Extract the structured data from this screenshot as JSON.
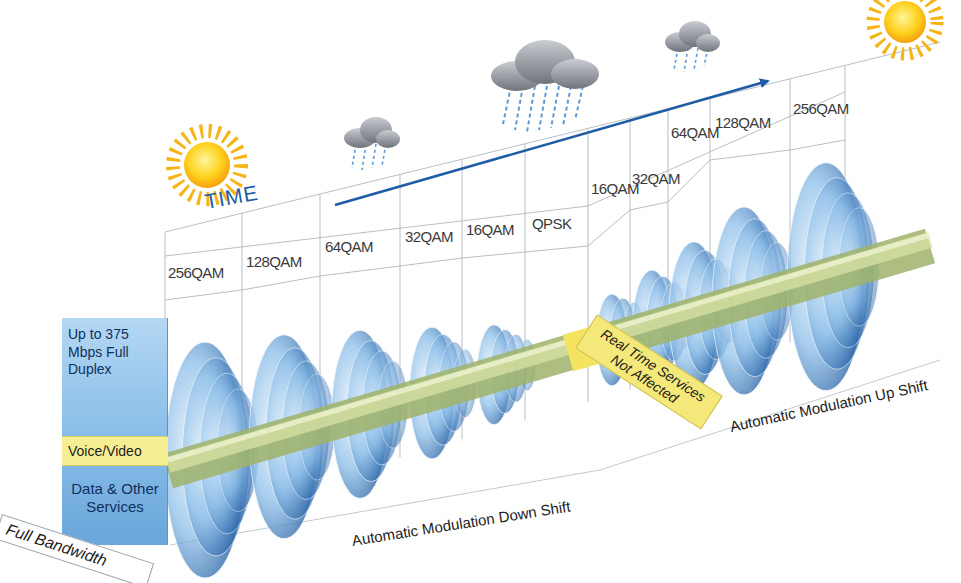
{
  "diagram": {
    "nodes": [
      {
        "text": [
          "Up to 375 Mbps Full Duplex"
        ]
      },
      {
        "text": [
          "Voice/Video"
        ],
        "in": 0
      },
      {
        "text": [
          "Data & Other Services"
        ],
        "in": 0
      },
      {
        "text": [
          "Full Bandwidth"
        ]
      },
      {
        "text": [
          "Real Time Services Not Affected"
        ]
      }
    ],
    "labels": [
      "TIME",
      "256QAM",
      "128QAM",
      "64QAM",
      "32QAM",
      "16QAM",
      "QPSK",
      "16QAM",
      "32QAM",
      "64QAM",
      "128QAM",
      "256QAM",
      "Automatic Modulation Down Shift",
      "Automatic Modulation Up Shift"
    ]
  }
}
